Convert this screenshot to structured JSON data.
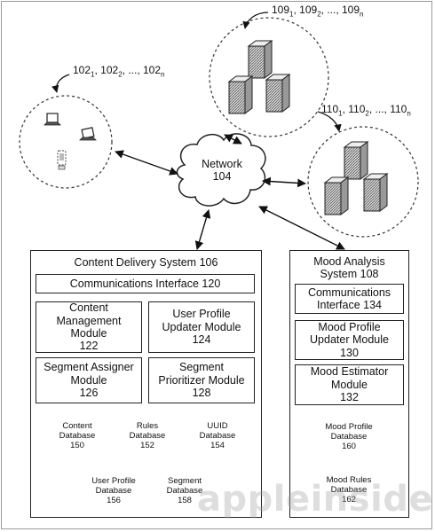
{
  "network": {
    "name": "Network",
    "number": "104"
  },
  "clients": {
    "prefix": "102",
    "subs": [
      "1",
      "2",
      "n"
    ],
    "sep": ", ",
    "dots": "...,"
  },
  "servers_top": {
    "prefix": "109",
    "subs": [
      "1",
      "2",
      "n"
    ],
    "sep": ", ",
    "dots": "...,"
  },
  "servers_right": {
    "prefix": "110",
    "subs": [
      "1",
      "2",
      "n"
    ],
    "sep": ", ",
    "dots": "...,"
  },
  "cds": {
    "title": "Content Delivery System 106",
    "comms": "Communications Interface 120",
    "modules": [
      {
        "lines": [
          "Content",
          "Management",
          "Module",
          "122"
        ]
      },
      {
        "lines": [
          "User Profile",
          "Updater Module",
          "124"
        ]
      },
      {
        "lines": [
          "Segment Assigner",
          "Module",
          "126"
        ]
      },
      {
        "lines": [
          "Segment",
          "Prioritizer Module",
          "128"
        ]
      }
    ],
    "databases": [
      {
        "lines": [
          "Content",
          "Database",
          "150"
        ]
      },
      {
        "lines": [
          "Rules",
          "Database",
          "152"
        ]
      },
      {
        "lines": [
          "UUID",
          "Database",
          "154"
        ]
      },
      {
        "lines": [
          "User Profile",
          "Database",
          "156"
        ]
      },
      {
        "lines": [
          "Segment",
          "Database",
          "158"
        ]
      }
    ]
  },
  "mas": {
    "title_lines": [
      "Mood Analysis",
      "System 108"
    ],
    "modules": [
      {
        "lines": [
          "Communications",
          "Interface 134"
        ]
      },
      {
        "lines": [
          "Mood Profile",
          "Updater Module",
          "130"
        ]
      },
      {
        "lines": [
          "Mood Estimator",
          "Module",
          "132"
        ]
      }
    ],
    "databases": [
      {
        "lines": [
          "Mood Profile",
          "Database",
          "160"
        ]
      },
      {
        "lines": [
          "Mood Rules",
          "Database",
          "162"
        ]
      }
    ]
  },
  "watermark": "appleinsider"
}
